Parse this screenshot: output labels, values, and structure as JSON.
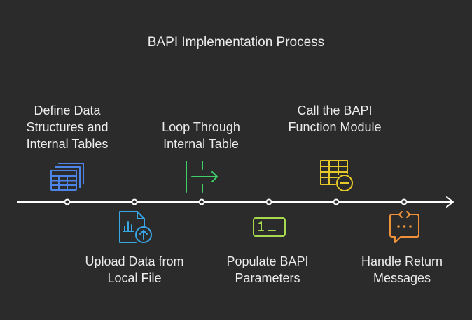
{
  "diagram": {
    "title": "BAPI Implementation Process",
    "steps": [
      {
        "label": "Define Data Structures and Internal Tables",
        "icon": "table-stack-icon",
        "color": "#4c84e8"
      },
      {
        "label": "Upload Data from Local File",
        "icon": "file-upload-icon",
        "color": "#38a7e6"
      },
      {
        "label": "Loop Through Internal Table",
        "icon": "loop-arrow-icon",
        "color": "#3ecf6b"
      },
      {
        "label": "Populate BAPI Parameters",
        "icon": "terminal-icon",
        "color": "#a6d94e"
      },
      {
        "label": "Call the BAPI Function Module",
        "icon": "table-remove-icon",
        "color": "#e8c92a"
      },
      {
        "label": "Handle Return Messages",
        "icon": "message-refresh-icon",
        "color": "#f0923a"
      }
    ],
    "colors": {
      "background": "#2b2b2b",
      "text": "#ececec",
      "timeline": "#ffffff"
    }
  }
}
